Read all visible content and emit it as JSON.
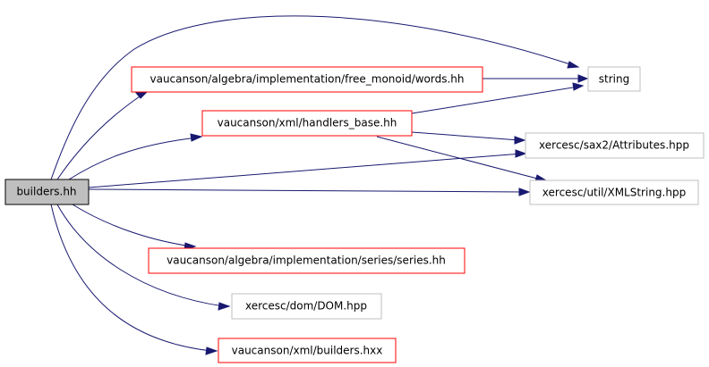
{
  "graph": {
    "root": {
      "label": "builders.hh"
    },
    "nodes": {
      "string": {
        "label": "string"
      },
      "words": {
        "label": "vaucanson/algebra/implementation/free_monoid/words.hh"
      },
      "handlers_base": {
        "label": "vaucanson/xml/handlers_base.hh"
      },
      "attributes": {
        "label": "xercesc/sax2/Attributes.hpp"
      },
      "xmlstring": {
        "label": "xercesc/util/XMLString.hpp"
      },
      "series": {
        "label": "vaucanson/algebra/implementation/series/series.hh"
      },
      "dom": {
        "label": "xercesc/dom/DOM.hpp"
      },
      "builders_hxx": {
        "label": "vaucanson/xml/builders.hxx"
      }
    },
    "colors": {
      "root_fill": "#bfbfbf",
      "root_border": "#000000",
      "internal_border": "#ff0000",
      "external_border": "#bfbfbf",
      "edge": "#191970"
    }
  }
}
